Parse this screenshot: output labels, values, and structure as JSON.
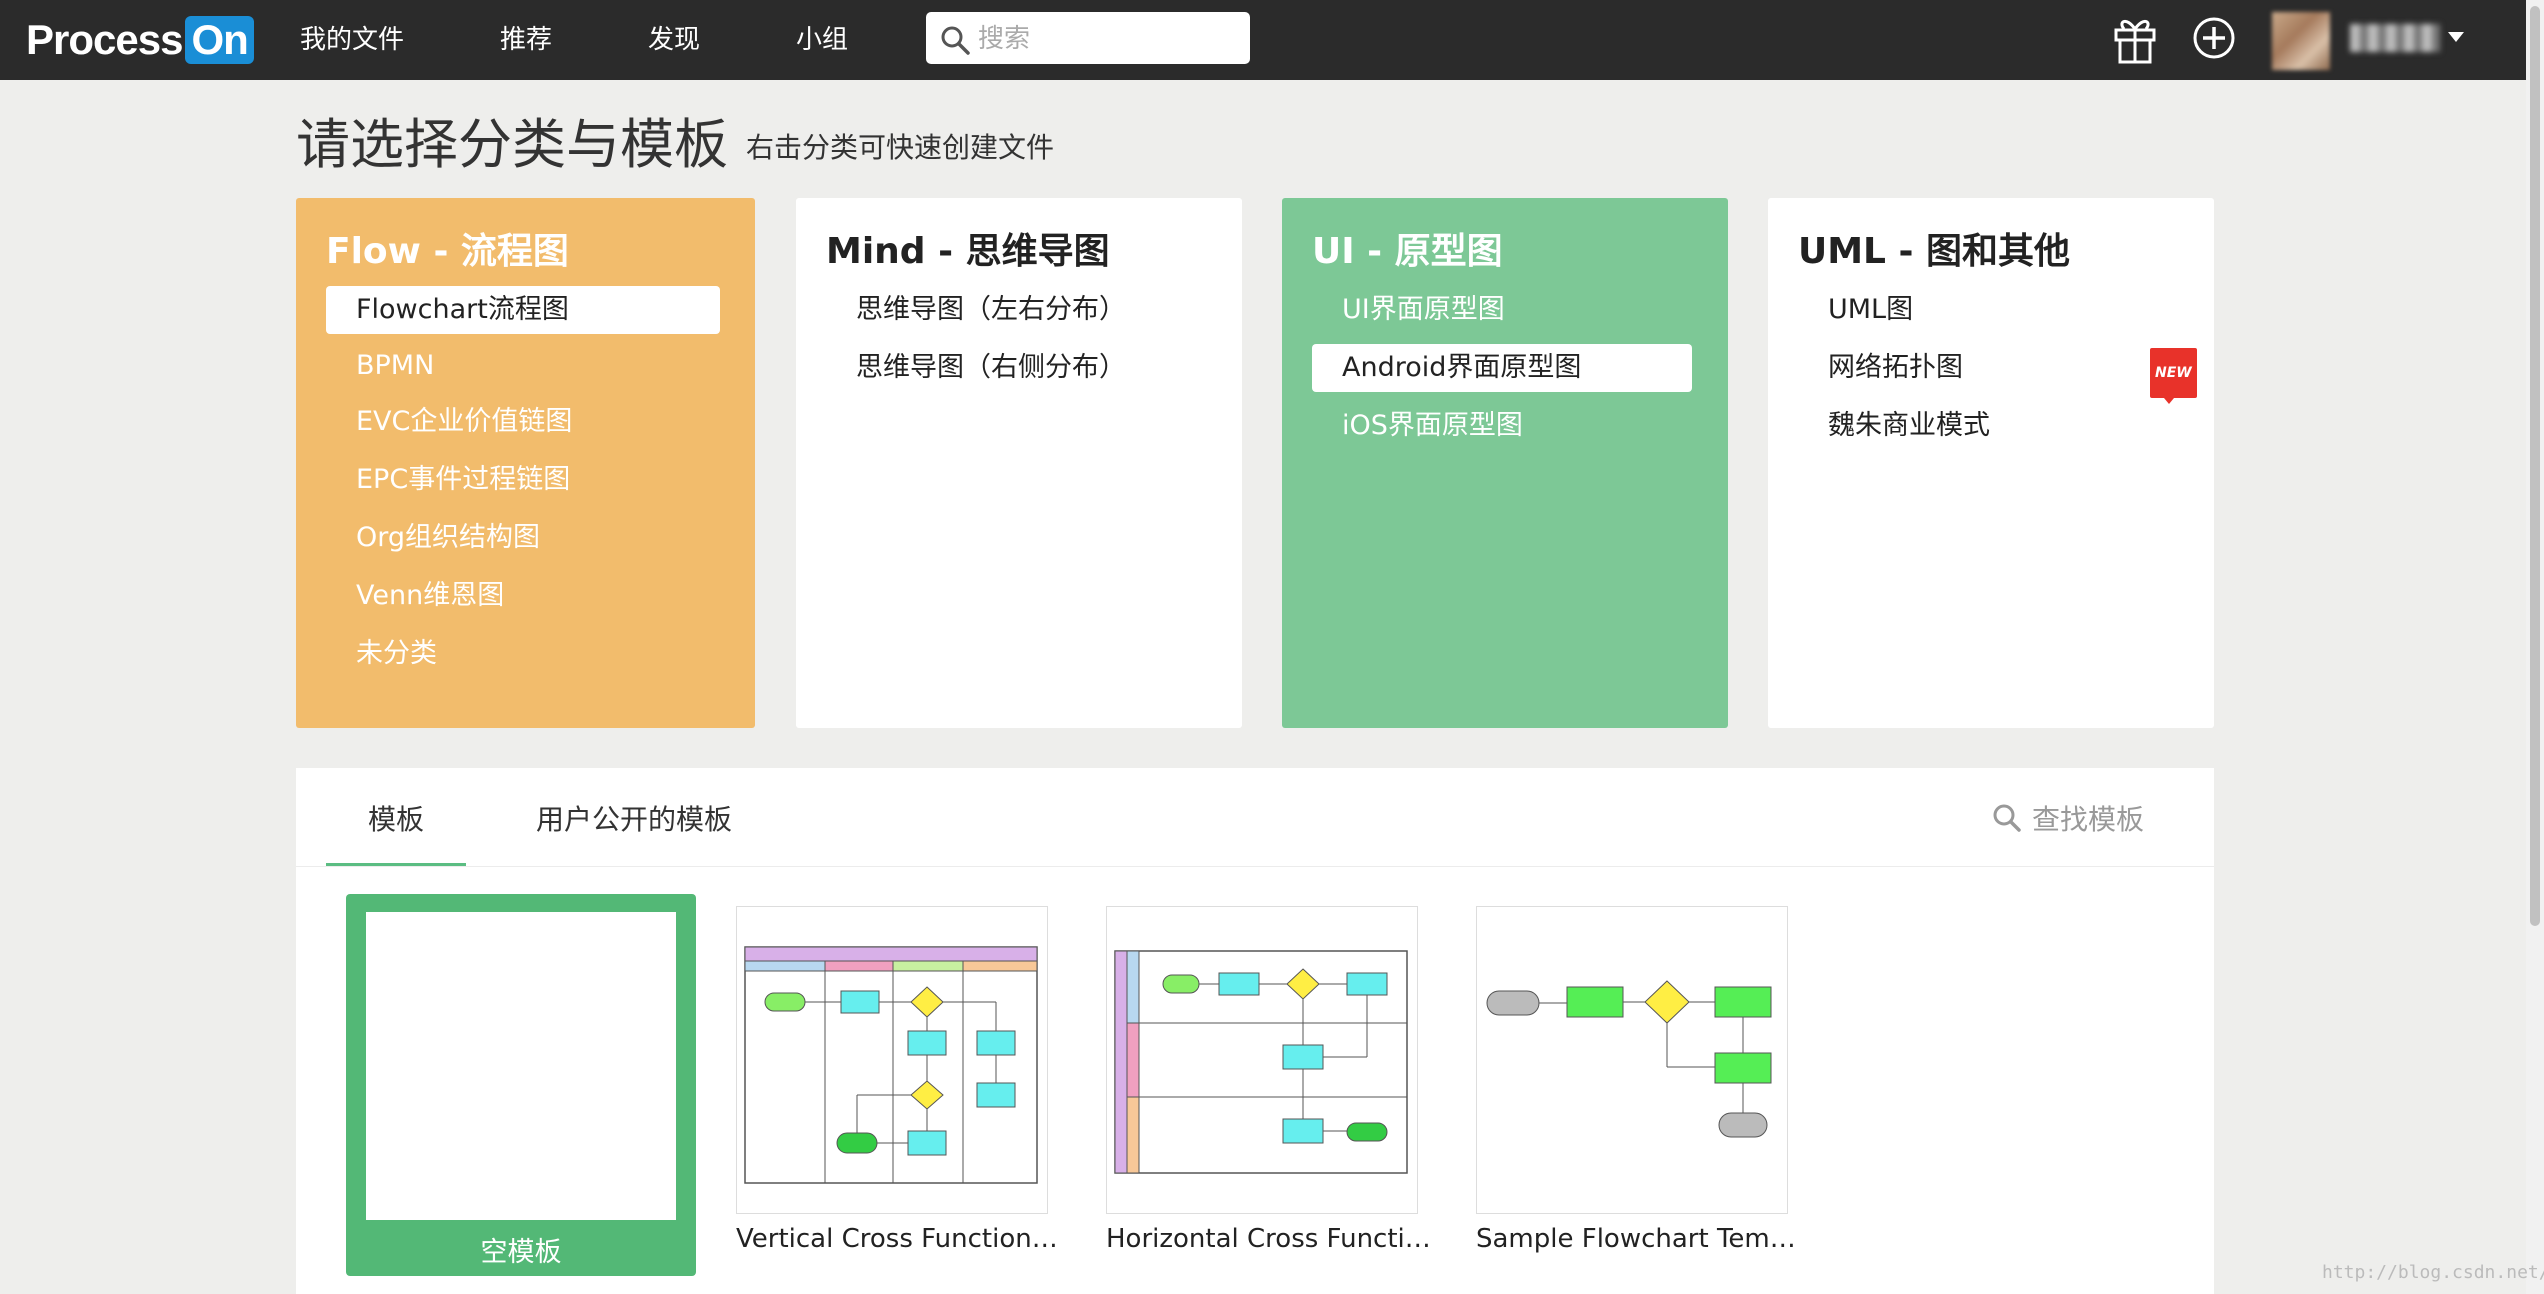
{
  "topbar": {
    "logo_part1": "Process",
    "logo_part2": "On",
    "nav": [
      "我的文件",
      "推荐",
      "发现",
      "小组"
    ],
    "search_placeholder": "搜索"
  },
  "header": {
    "title": "请选择分类与模板",
    "subtitle": "右击分类可快速创建文件"
  },
  "categories": [
    {
      "title": "Flow - 流程图",
      "items": [
        "Flowchart流程图",
        "BPMN",
        "EVC企业价值链图",
        "EPC事件过程链图",
        "Org组织结构图",
        "Venn维恩图",
        "未分类"
      ],
      "selected_index": 0
    },
    {
      "title": "Mind - 思维导图",
      "items": [
        "思维导图（左右分布）",
        "思维导图（右侧分布）"
      ]
    },
    {
      "title": "UI - 原型图",
      "items": [
        "UI界面原型图",
        "Android界面原型图",
        "iOS界面原型图"
      ],
      "selected_index": 1
    },
    {
      "title": "UML - 图和其他",
      "items": [
        "UML图",
        "网络拓扑图",
        "魏朱商业模式"
      ],
      "new_badge": "NEW"
    }
  ],
  "templates_panel": {
    "tabs": [
      "模板",
      "用户公开的模板"
    ],
    "active_tab": 0,
    "find_label": "查找模板",
    "templates": [
      {
        "label": "空模板"
      },
      {
        "label": "Vertical Cross Functional T..."
      },
      {
        "label": "Horizontal Cross Function..."
      },
      {
        "label": "Sample Flowchart Template"
      }
    ]
  },
  "watermark": "http://blog.csdn.net/",
  "colors": {
    "topbar": "#2b2b2b",
    "flow": "#f2bc6c",
    "ui": "#7dc896",
    "blank_template": "#53b876",
    "logo_on": "#1a8ed6",
    "tab_underline": "#5bbd82"
  }
}
